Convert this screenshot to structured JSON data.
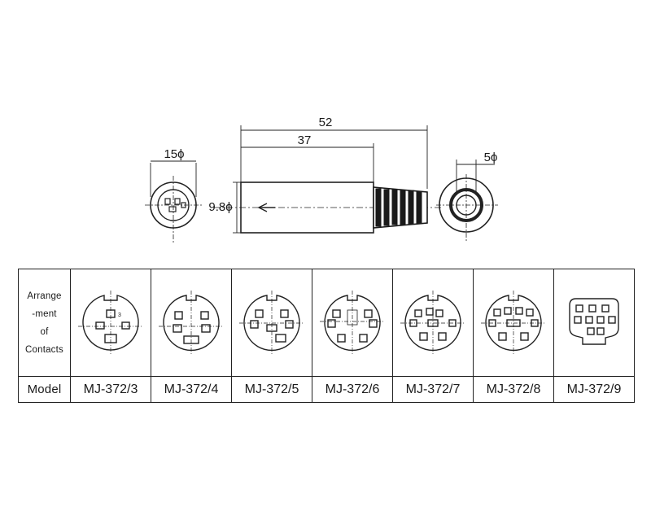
{
  "drawing": {
    "dim_total_length": "52",
    "dim_body_length": "37",
    "dim_front_dia": "15ϕ",
    "dim_body_dia": "9.8ϕ",
    "dim_cable_dia": "5ϕ"
  },
  "table": {
    "arrangement_header": [
      "Arrange",
      "-ment",
      "of",
      "Contacts"
    ],
    "model_header": "Model",
    "models": [
      {
        "label": "MJ-372/3",
        "pins": 3
      },
      {
        "label": "MJ-372/4",
        "pins": 4
      },
      {
        "label": "MJ-372/5",
        "pins": 5
      },
      {
        "label": "MJ-372/6",
        "pins": 6
      },
      {
        "label": "MJ-372/7",
        "pins": 7
      },
      {
        "label": "MJ-372/8",
        "pins": 8
      },
      {
        "label": "MJ-372/9",
        "pins": 9
      }
    ]
  },
  "pin_label_3": "3"
}
